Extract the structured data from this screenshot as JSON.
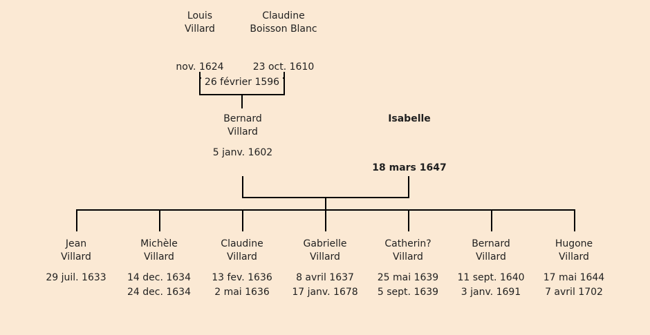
{
  "background_color": "#fbe9d4",
  "line_color": "#000000",
  "text_color": "#1f1f1f",
  "grandparents": {
    "father": {
      "name_lines": [
        "Louis",
        "Villard"
      ],
      "date": "nov. 1624"
    },
    "mother": {
      "name_lines": [
        "Claudine",
        "Boisson Blanc"
      ],
      "date": "23 oct. 1610"
    },
    "marriage_date": "26 février 1596"
  },
  "parents": {
    "father": {
      "name_lines": [
        "Bernard",
        "Villard"
      ],
      "date": "5 janv. 1602"
    },
    "mother": {
      "name_lines": [
        "Isabelle"
      ],
      "date": "18 mars 1647"
    }
  },
  "children": [
    {
      "name_lines": [
        "Jean",
        "Villard"
      ],
      "dates": [
        "29 juil. 1633"
      ]
    },
    {
      "name_lines": [
        "Michèle",
        "Villard"
      ],
      "dates": [
        "14 dec. 1634",
        "24 dec. 1634"
      ]
    },
    {
      "name_lines": [
        "Claudine",
        "Villard"
      ],
      "dates": [
        "13 fev. 1636",
        "2 mai 1636"
      ]
    },
    {
      "name_lines": [
        "Gabrielle",
        "Villard"
      ],
      "dates": [
        "8 avril 1637",
        "17 janv. 1678"
      ]
    },
    {
      "name_lines": [
        "Catherin?",
        "Villard"
      ],
      "dates": [
        "25 mai 1639",
        "5 sept. 1639"
      ]
    },
    {
      "name_lines": [
        "Bernard",
        "Villard"
      ],
      "dates": [
        "11 sept. 1640",
        "3 janv. 1691"
      ]
    },
    {
      "name_lines": [
        "Hugone",
        "Villard"
      ],
      "dates": [
        "17 mai 1644",
        "7 avril 1702"
      ]
    }
  ]
}
